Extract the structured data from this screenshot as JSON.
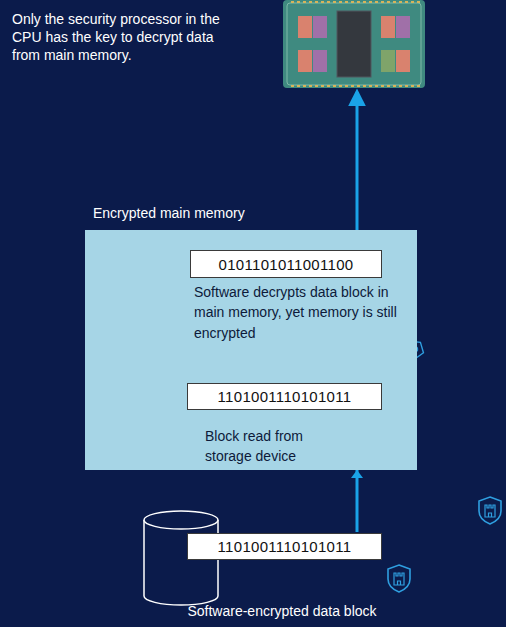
{
  "diagram": {
    "nodes": [
      {
        "text": [
          "Encrypted main memory"
        ]
      },
      {
        "text": [
          "0101101011001100"
        ],
        "in": 0
      },
      {
        "text": [
          "1101001110101011"
        ],
        "in": 0
      },
      {
        "text": [
          "1101001110101011"
        ]
      }
    ],
    "edges": [
      {
        "from": 3,
        "to": 2,
        "arrow": "to",
        "label": "Block read from storage device"
      },
      {
        "from": 2,
        "to": 1,
        "arrow": "to",
        "label": "Software decrypts data block in main memory, yet memory is still encrypted"
      }
    ],
    "labels": [
      "Only the security processor in the CPU has the key to decrypt data from main memory.",
      "Software-encrypted data block"
    ]
  }
}
